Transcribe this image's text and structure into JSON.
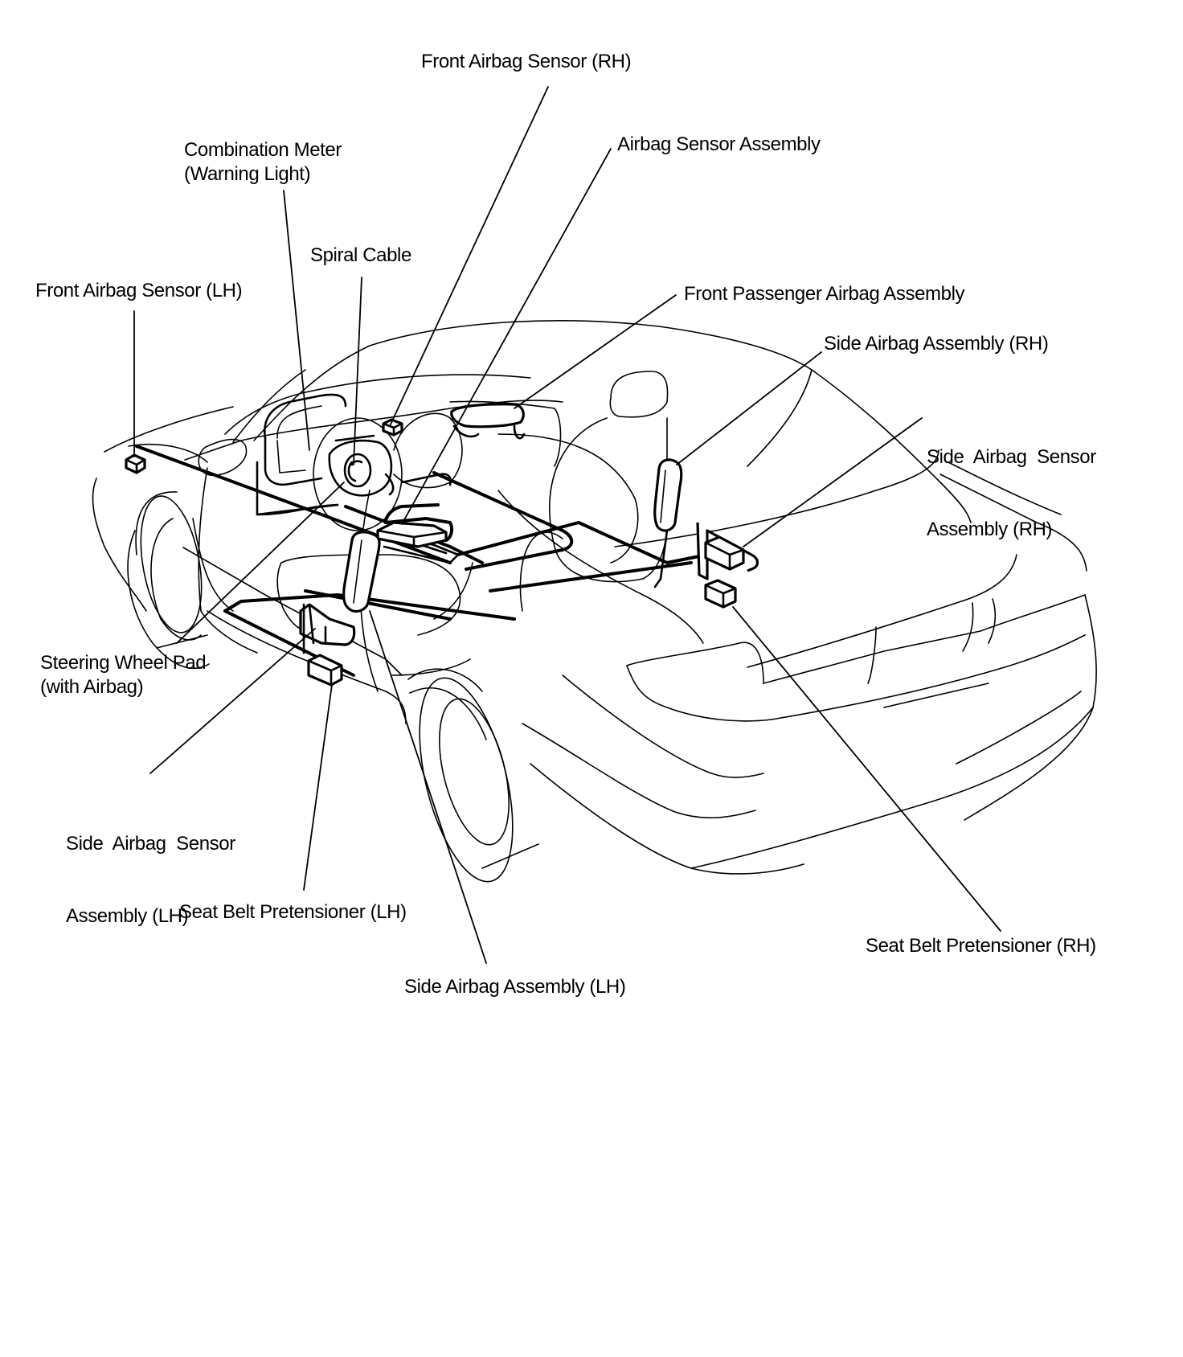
{
  "diagram": {
    "title": "Airbag System Component Locations",
    "subject": "Sedan, rear-left three-quarter view, phantom body lines",
    "colors": {
      "line": "#000000",
      "background": "#ffffff"
    },
    "labels": {
      "front_airbag_sensor_rh": {
        "line1": "Front Airbag Sensor (RH)"
      },
      "combination_meter": {
        "line1": "Combination Meter",
        "line2": "(Warning Light)"
      },
      "airbag_sensor_assembly": {
        "line1": "Airbag Sensor Assembly"
      },
      "spiral_cable": {
        "line1": "Spiral Cable"
      },
      "front_airbag_sensor_lh": {
        "line1": "Front Airbag Sensor (LH)"
      },
      "front_passenger_airbag_assembly": {
        "line1": "Front Passenger Airbag Assembly"
      },
      "side_airbag_assembly_rh": {
        "line1": "Side Airbag Assembly (RH)"
      },
      "side_airbag_sensor_assembly_rh": {
        "line1": "Side  Airbag  Sensor",
        "line2": "Assembly (RH)"
      },
      "steering_wheel_pad": {
        "line1": "Steering Wheel Pad",
        "line2": "(with Airbag)"
      },
      "side_airbag_sensor_assembly_lh": {
        "line1": "Side  Airbag  Sensor",
        "line2": "Assembly (LH)"
      },
      "seat_belt_pretensioner_lh": {
        "line1": "Seat Belt Pretensioner (LH)"
      },
      "side_airbag_assembly_lh": {
        "line1": "Side Airbag Assembly (LH)"
      },
      "seat_belt_pretensioner_rh": {
        "line1": "Seat Belt Pretensioner (RH)"
      }
    }
  }
}
